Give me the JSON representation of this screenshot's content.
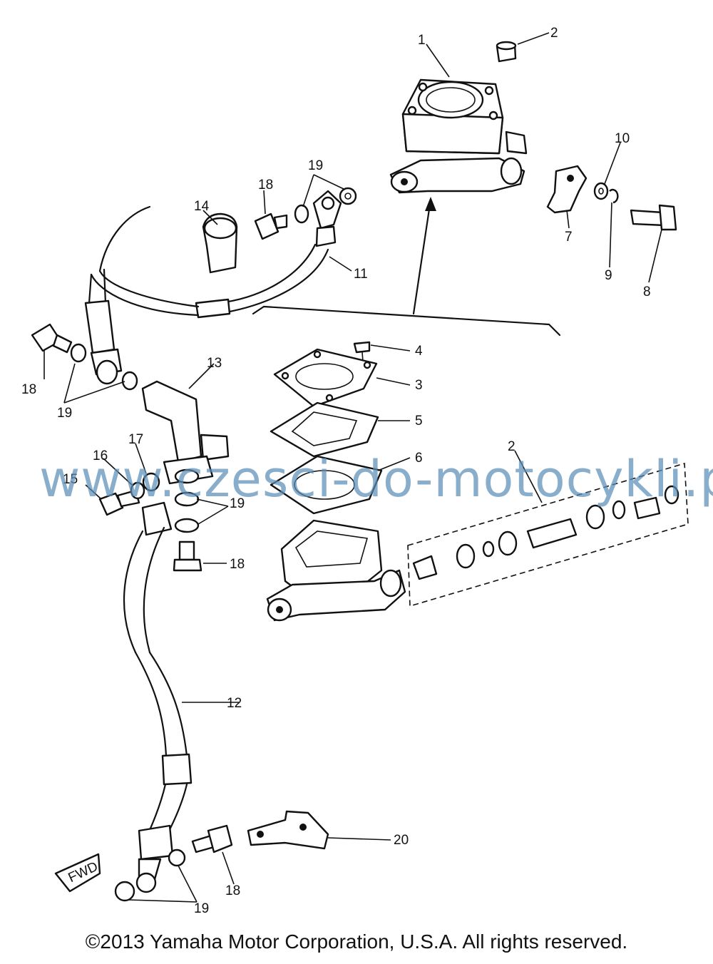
{
  "callouts": {
    "c1": "1",
    "c2a": "2",
    "c2b": "2",
    "c3": "3",
    "c4": "4",
    "c5": "5",
    "c6": "6",
    "c7": "7",
    "c8": "8",
    "c9": "9",
    "c10": "10",
    "c11": "11",
    "c12": "12",
    "c13": "13",
    "c14": "14",
    "c15": "15",
    "c16": "16",
    "c17": "17",
    "c18a": "18",
    "c18b": "18",
    "c18c": "18",
    "c18d": "18",
    "c19a": "19",
    "c19b": "19",
    "c19c": "19",
    "c19d": "19",
    "c20": "20"
  },
  "fwd_label": "FWD",
  "watermark": "www.czesci-do-motocykli.pl",
  "copyright": "©2013 Yamaha Motor Corporation, U.S.A. All rights reserved."
}
